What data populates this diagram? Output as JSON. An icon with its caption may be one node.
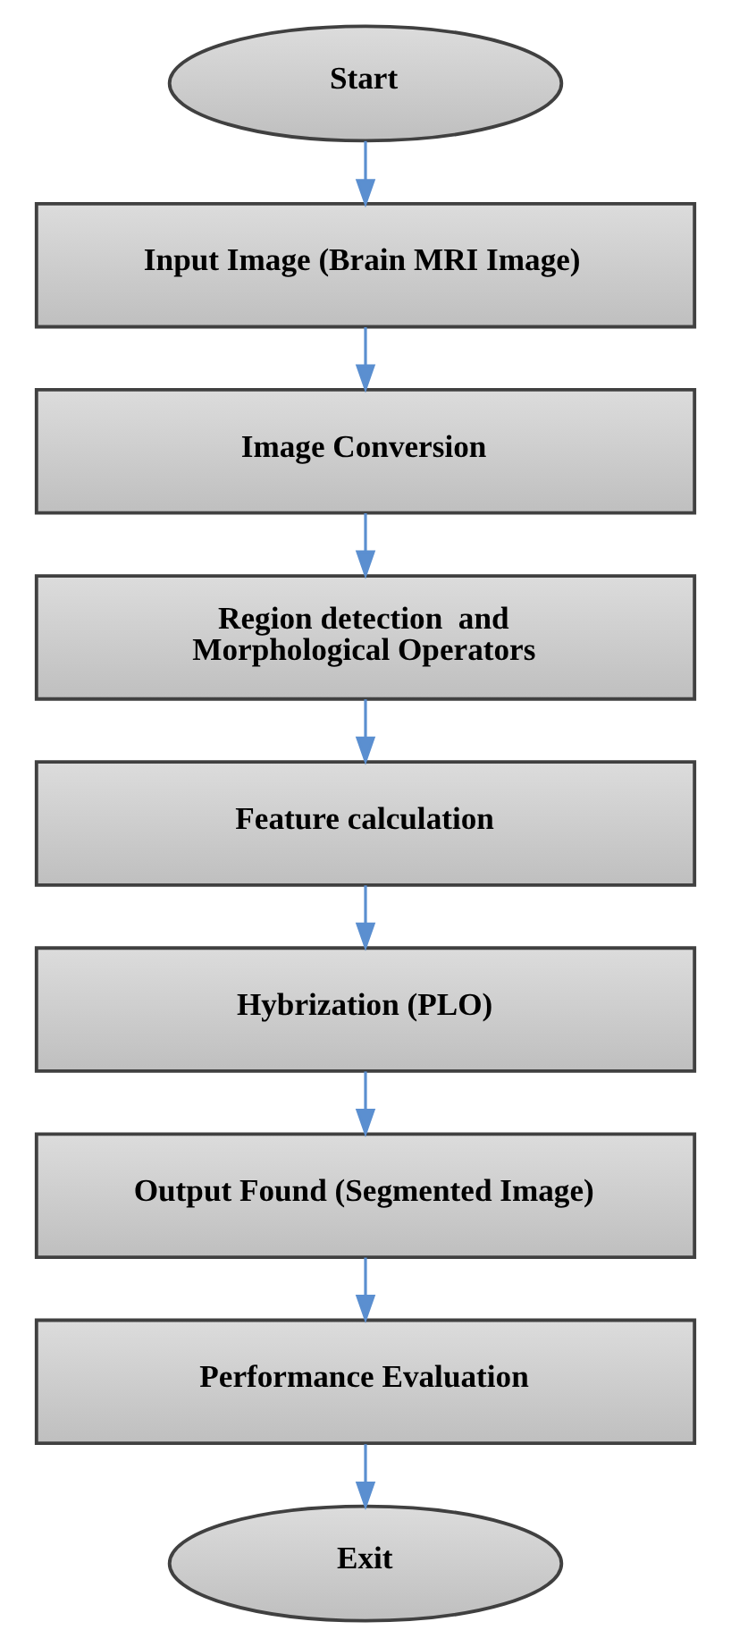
{
  "diagram": {
    "nodes": [
      {
        "text": [
          "Start"
        ]
      },
      {
        "text": [
          "Input Image (Brain MRI Image)"
        ]
      },
      {
        "text": [
          "Image Conversion"
        ]
      },
      {
        "text": [
          "Region detection  and Morphological Operators"
        ]
      },
      {
        "text": [
          "Feature calculation"
        ]
      },
      {
        "text": [
          "Hybrization (PLO)"
        ]
      },
      {
        "text": [
          "Output Found (Segmented Image)"
        ]
      },
      {
        "text": [
          "Performance Evaluation"
        ]
      },
      {
        "text": [
          "Exit"
        ]
      }
    ],
    "edges": [
      {
        "from": 0,
        "to": 1,
        "arrow": "to"
      },
      {
        "from": 1,
        "to": 2,
        "arrow": "to"
      },
      {
        "from": 2,
        "to": 3,
        "arrow": "to"
      },
      {
        "from": 3,
        "to": 4,
        "arrow": "to"
      },
      {
        "from": 4,
        "to": 5,
        "arrow": "to"
      },
      {
        "from": 5,
        "to": 6,
        "arrow": "to"
      },
      {
        "from": 6,
        "to": 7,
        "arrow": "to"
      },
      {
        "from": 7,
        "to": 8,
        "arrow": "to"
      }
    ]
  }
}
